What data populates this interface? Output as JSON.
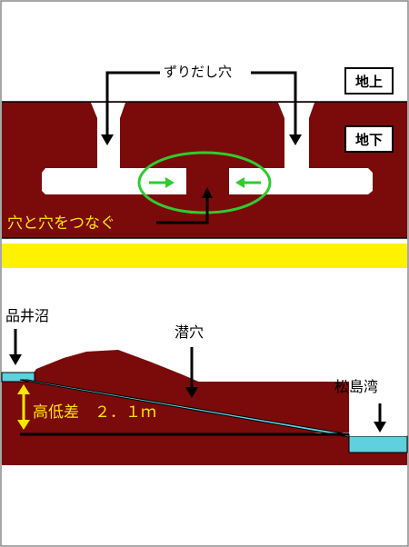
{
  "top_diagram": {
    "label_zuridashi": "ずりだし穴",
    "label_above_ground": "地上",
    "label_underground": "地下",
    "label_connect": "穴と穴をつなぐ"
  },
  "bottom_diagram": {
    "label_shinaijinuma": "品井沼",
    "label_tunnel": "潜穴",
    "label_matsushima": "松島湾",
    "label_height_diff": "高低差　２．１ｍ"
  },
  "colors": {
    "earth": "#7b0a0a",
    "water": "#5fd0de",
    "yellow_band": "#fff200",
    "green": "#2fcc2f",
    "text_yellow": "#ffe600"
  }
}
